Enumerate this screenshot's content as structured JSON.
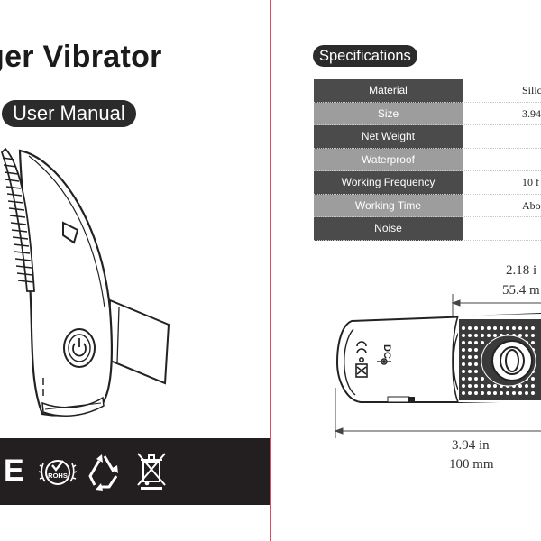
{
  "left_page": {
    "title": "ger Vibrator",
    "manual_label": "User Manual",
    "certifications": {
      "ce": "E",
      "rohs": "ROHS"
    }
  },
  "right_page": {
    "specifications_label": "Specifications",
    "specs": [
      {
        "label": "Material",
        "value": "Silic"
      },
      {
        "label": "Size",
        "value": "3.94"
      },
      {
        "label": "Net Weight",
        "value": ""
      },
      {
        "label": "Waterproof",
        "value": ""
      },
      {
        "label": "Working Frequency",
        "value": "10 f"
      },
      {
        "label": "Working Time",
        "value": "Abo"
      },
      {
        "label": "Noise",
        "value": ""
      }
    ],
    "dimensions": {
      "width_in": "2.18 i",
      "width_mm": "55.4 m",
      "length_in": "3.94 in",
      "length_mm": "100 mm",
      "dc_label": "DC"
    }
  },
  "colors": {
    "divider": "#e04a5a",
    "dark_band": "#231f20",
    "dark_row": "#4b4b4b",
    "light_row": "#9d9d9d"
  }
}
